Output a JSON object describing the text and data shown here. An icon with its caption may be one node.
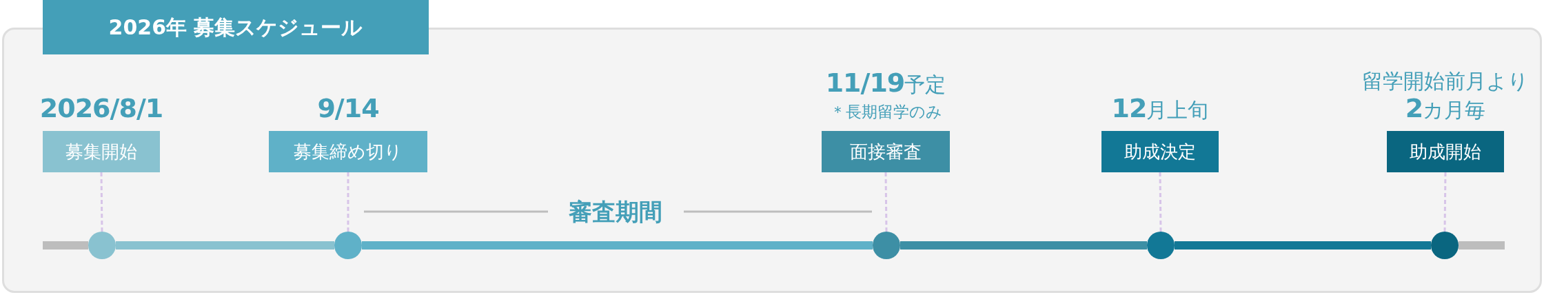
{
  "diagram": {
    "title": "2026年 募集スケジュール",
    "nodes": [
      {
        "text": [
          "募集開始"
        ],
        "beside": [
          "2026/8/1"
        ]
      },
      {
        "text": [
          "募集締め切り"
        ],
        "beside": [
          "9/14"
        ]
      },
      {
        "text": [
          "面接審査"
        ],
        "beside": [
          "11/19予定",
          "＊長期留学のみ"
        ]
      },
      {
        "text": [
          "助成決定"
        ],
        "beside": [
          "12月上旬"
        ]
      },
      {
        "text": [
          "助成開始"
        ],
        "beside": [
          "留学開始前月より",
          "2カ月毎"
        ]
      },
      {
        "text": [],
        "shape": "circle"
      },
      {
        "text": [],
        "shape": "circle"
      },
      {
        "text": [],
        "shape": "circle"
      },
      {
        "text": [],
        "shape": "circle"
      },
      {
        "text": [],
        "shape": "circle"
      }
    ],
    "edges": [
      {
        "from": 0,
        "to": 5,
        "arrow": "none",
        "style": "dashed",
        "color": "#d7c4e8"
      },
      {
        "from": 1,
        "to": 6,
        "arrow": "none",
        "style": "dashed",
        "color": "#d7c4e8"
      },
      {
        "from": 2,
        "to": 7,
        "arrow": "none",
        "style": "dashed",
        "color": "#d7c4e8"
      },
      {
        "from": 3,
        "to": 8,
        "arrow": "none",
        "style": "dashed",
        "color": "#d7c4e8"
      },
      {
        "from": 4,
        "to": 9,
        "arrow": "none",
        "style": "dashed",
        "color": "#d7c4e8"
      },
      {
        "from": null,
        "to": 5,
        "arrow": "none",
        "color": "#bdbdbd"
      },
      {
        "from": 5,
        "to": 6,
        "arrow": "none",
        "color": "#89c2d0"
      },
      {
        "from": 6,
        "to": 7,
        "arrow": "none",
        "color": "#5fb1c8"
      },
      {
        "from": 7,
        "to": 8,
        "arrow": "none",
        "color": "#3d8fa5"
      },
      {
        "from": 8,
        "to": 9,
        "arrow": "none",
        "color": "#127896"
      },
      {
        "from": 9,
        "to": null,
        "arrow": "none",
        "color": "#bdbdbd"
      }
    ],
    "labels": [
      "審査期間"
    ]
  }
}
